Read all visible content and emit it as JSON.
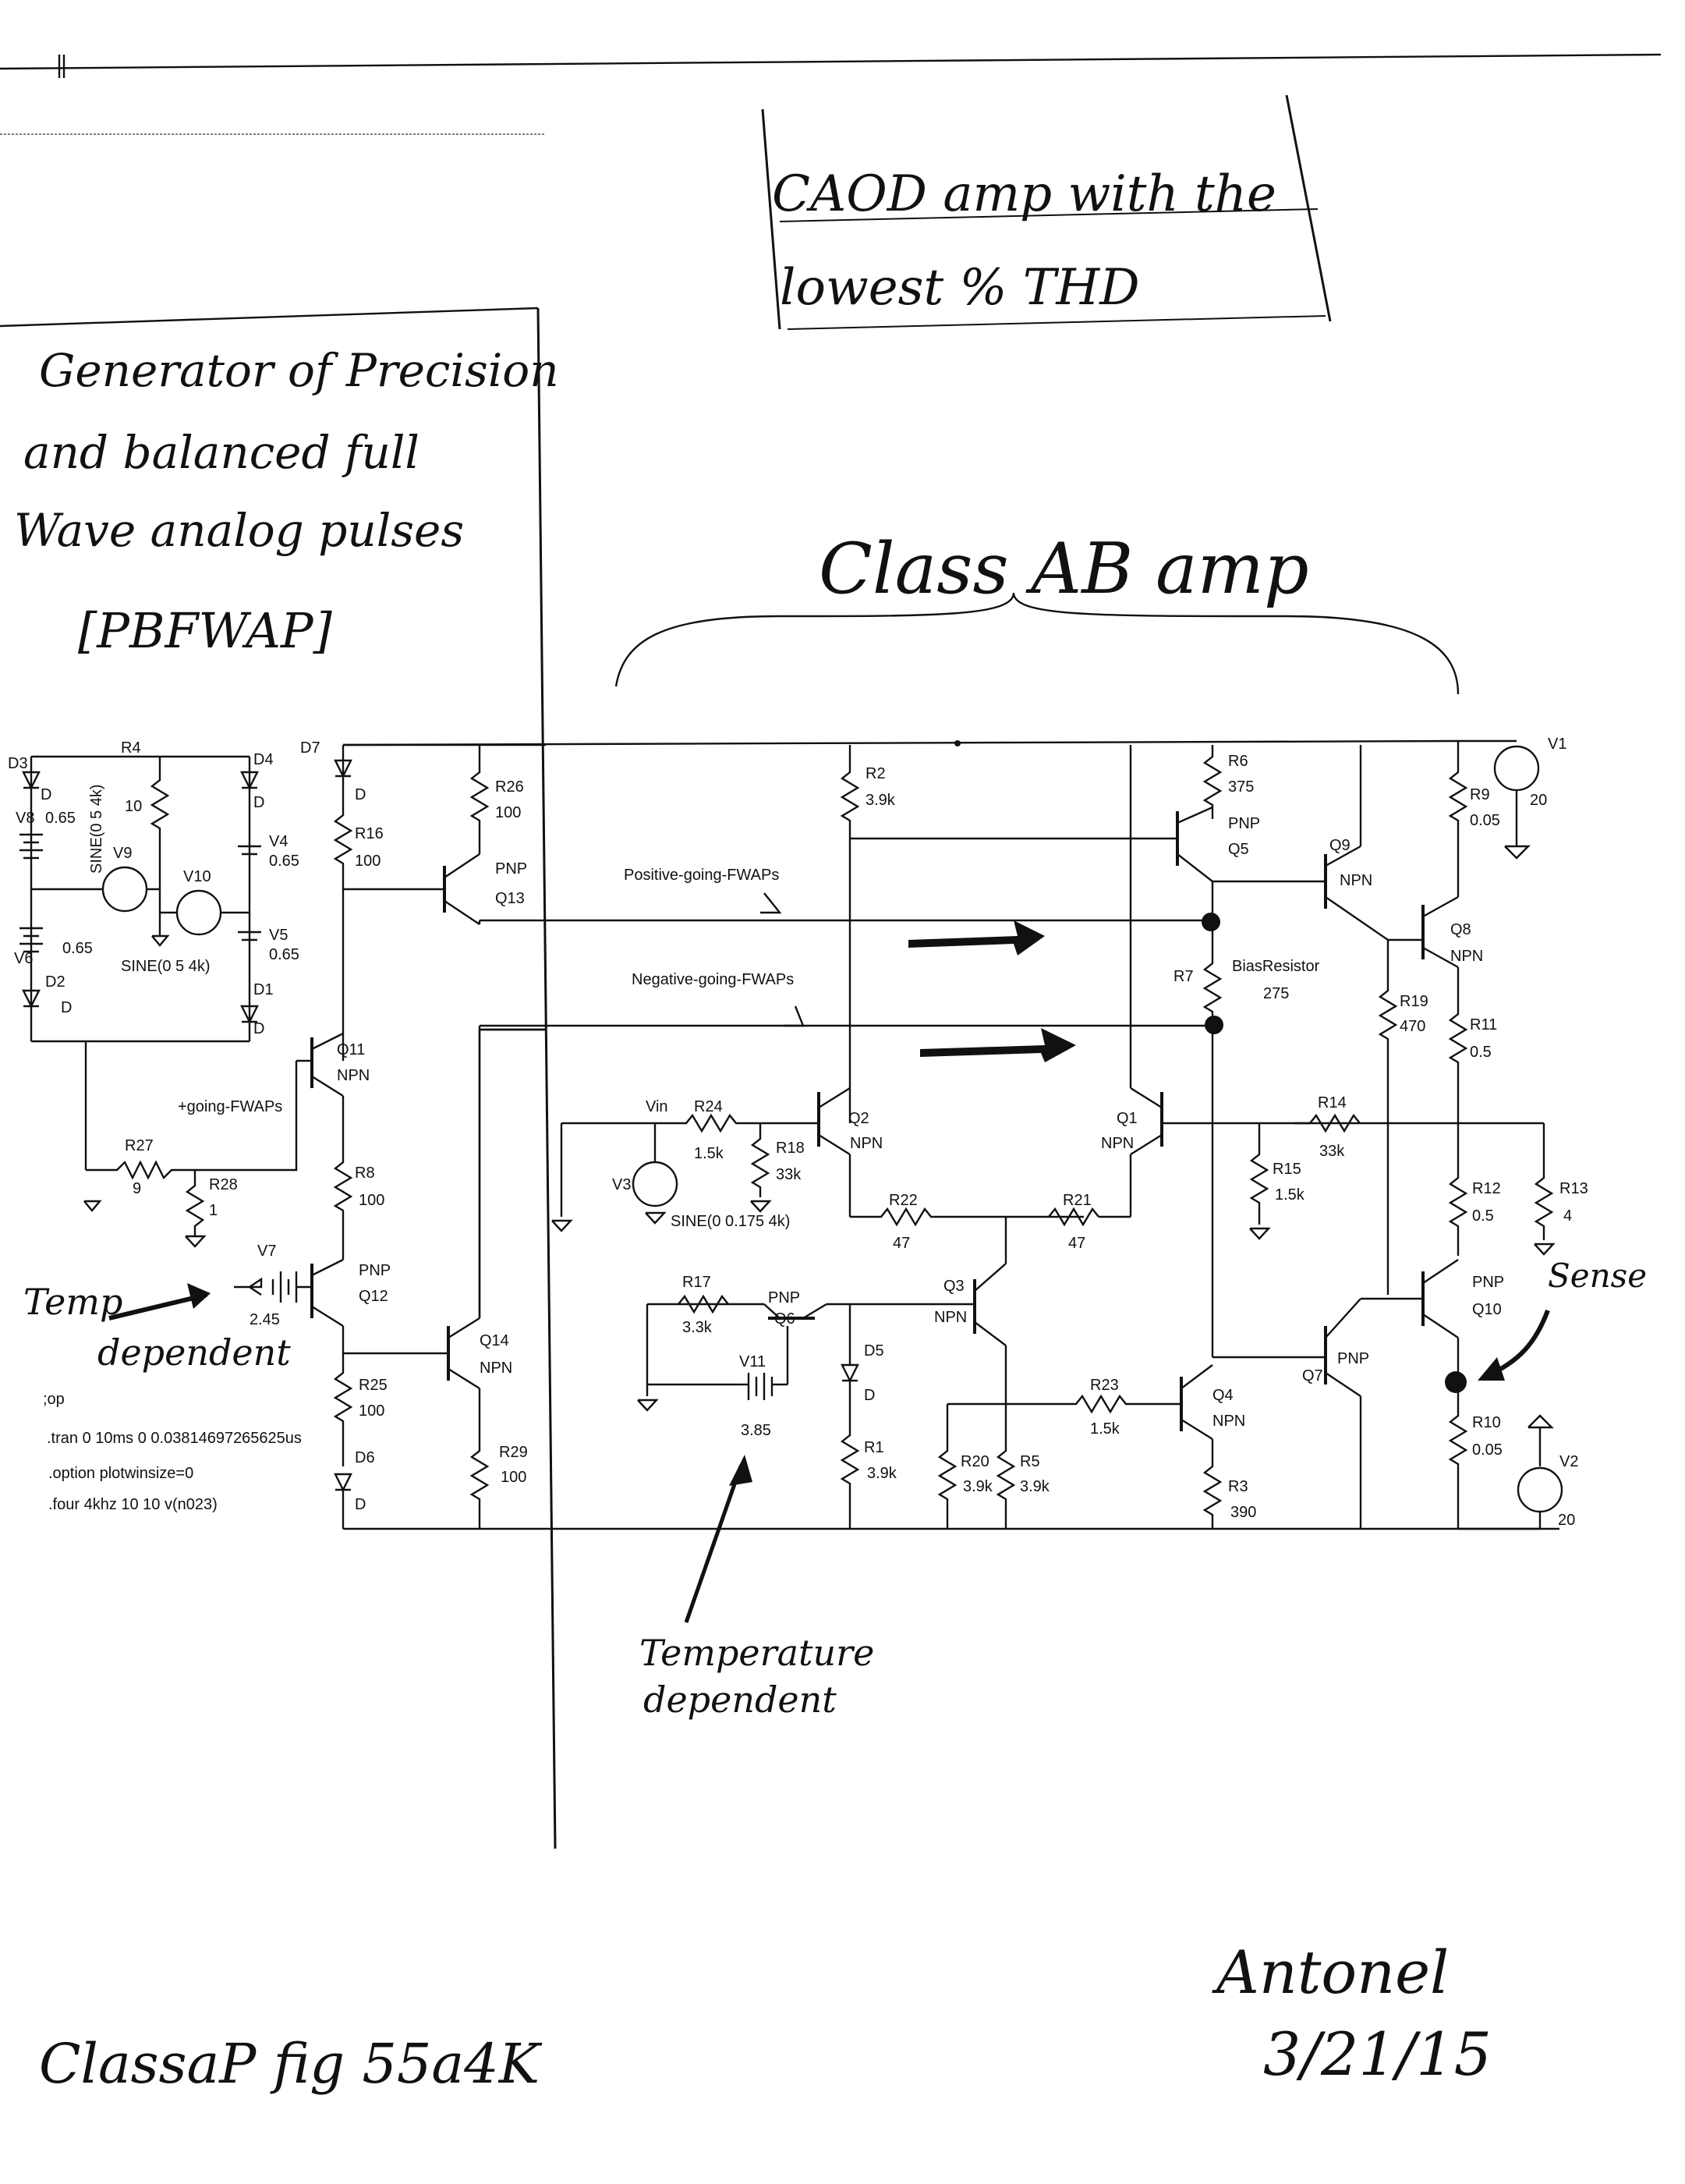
{
  "header": {
    "title_line1": "CAOD amp with the",
    "title_line2": "lowest % THD"
  },
  "generator_note": {
    "line1": "Generator of Precision",
    "line2": "and balanced full",
    "line3": "Wave analog pulses",
    "line4": "[PBFWAP]"
  },
  "amp_title": "Class AB amp",
  "annotations": {
    "temp_left_1": "Temp",
    "temp_left_2": "dependent",
    "temperature_1": "Temperature",
    "temperature_2": "dependent",
    "sense": "Sense",
    "positive_fwaps": "Positive-going-FWAPs",
    "negative_fwaps": "Negative-going-FWAPs",
    "plus_going": "+going-FWAPs"
  },
  "spice": {
    "op": ";op",
    "tran": ".tran 0 10ms 0 0.03814697265625us",
    "option": ".option plotwinsize=0",
    "four": ".four 4khz 10 10 v(n023)"
  },
  "footer": {
    "filename": "ClassaP fig 55a4K",
    "signature": "Antonel",
    "date": "3/21/15"
  },
  "components": {
    "D3": "D3",
    "D3_val": "D",
    "V8": "V8",
    "V8_val": "0.65",
    "R4": "R4",
    "R4_val": "10",
    "D4": "D4",
    "D4_val": "D",
    "V9": "V9",
    "V9_val": "SINE(0 5 4k)",
    "V10": "V10",
    "V10_val": "SINE(0 5 4k)",
    "V4": "V4",
    "V4_val": "0.65",
    "V5": "V5",
    "V5_val": "0.65",
    "V6": "V6",
    "V6_val": "0.65",
    "D2": "D2",
    "D2_val": "D",
    "D1": "D1",
    "D1_val": "D",
    "D7": "D7",
    "D7_val": "D",
    "R16": "R16",
    "R16_val": "100",
    "R26": "R26",
    "R26_val": "100",
    "Q13": "Q13",
    "Q13_type": "PNP",
    "Q11": "Q11",
    "Q11_type": "NPN",
    "R27": "R27",
    "R27_val": "9",
    "R28": "R28",
    "R28_val": "1",
    "R8": "R8",
    "R8_val": "100",
    "V7": "V7",
    "V7_val": "2.45",
    "Q12": "Q12",
    "Q12_type": "PNP",
    "R25": "R25",
    "R25_val": "100",
    "Q14": "Q14",
    "Q14_type": "NPN",
    "D6": "D6",
    "D6_val": "D",
    "R29": "R29",
    "R29_val": "100",
    "R2": "R2",
    "R2_val": "3.9k",
    "R6": "R6",
    "R6_val": "375",
    "Q5": "Q5",
    "Q5_type": "PNP",
    "Q9": "Q9",
    "Q9_type": "NPN",
    "Q8": "Q8",
    "Q8_type": "NPN",
    "R9": "R9",
    "R9_val": "0.05",
    "V1": "V1",
    "V1_val": "20",
    "R7": "R7",
    "R7_name": "BiasResistor",
    "R7_val": "275",
    "R19": "R19",
    "R19_val": "470",
    "R11": "R11",
    "R11_val": "0.5",
    "Vin": "Vin",
    "R24": "R24",
    "R24_val": "1.5k",
    "R18": "R18",
    "R18_val": "33k",
    "V3": "V3",
    "V3_val": "SINE(0 0.175 4k)",
    "Q2": "Q2",
    "Q2_type": "NPN",
    "Q1": "Q1",
    "Q1_type": "NPN",
    "R14": "R14",
    "R14_val": "33k",
    "R15": "R15",
    "R15_val": "1.5k",
    "R12": "R12",
    "R12_val": "0.5",
    "R13": "R13",
    "R13_val": "4",
    "R22": "R22",
    "R22_val": "47",
    "R21": "R21",
    "R21_val": "47",
    "R17": "R17",
    "R17_val": "3.3k",
    "Q6": "Q6",
    "Q6_type": "PNP",
    "Q3": "Q3",
    "Q3_type": "NPN",
    "V11": "V11",
    "V11_val": "3.85",
    "D5": "D5",
    "D5_val": "D",
    "R1": "R1",
    "R1_val": "3.9k",
    "R20": "R20",
    "R20_val": "3.9k",
    "R5": "R5",
    "R5_val": "3.9k",
    "R23": "R23",
    "R23_val": "1.5k",
    "Q4": "Q4",
    "Q4_type": "NPN",
    "R3": "R3",
    "R3_val": "390",
    "Q7": "Q7",
    "Q7_type": "PNP",
    "Q10": "Q10",
    "Q10_type": "PNP",
    "R10": "R10",
    "R10_val": "0.05",
    "V2": "V2",
    "V2_val": "20"
  }
}
